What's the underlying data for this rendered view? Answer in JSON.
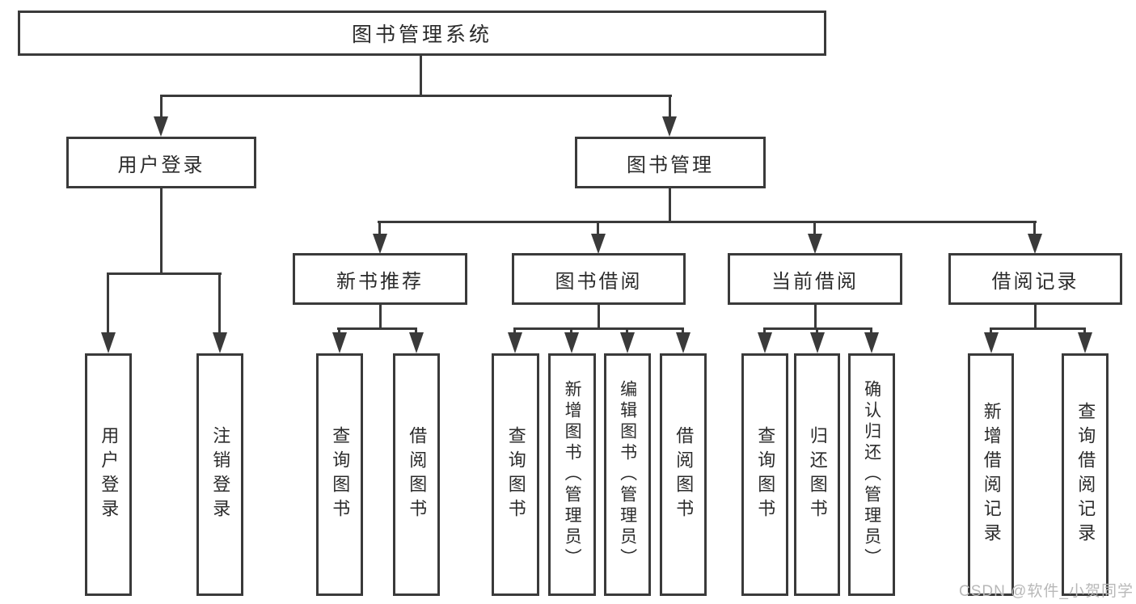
{
  "tree": {
    "label": "图书管理系统",
    "children": [
      {
        "label": "用户登录",
        "children": [
          {
            "label": "用户登录"
          },
          {
            "label": "注销登录"
          }
        ]
      },
      {
        "label": "图书管理",
        "children": [
          {
            "label": "新书推荐",
            "children": [
              {
                "label": "查询图书"
              },
              {
                "label": "借阅图书"
              }
            ]
          },
          {
            "label": "图书借阅",
            "children": [
              {
                "label": "查询图书"
              },
              {
                "label": "新增图书（管理员）"
              },
              {
                "label": "编辑图书（管理员）"
              },
              {
                "label": "借阅图书"
              }
            ]
          },
          {
            "label": "当前借阅",
            "children": [
              {
                "label": "查询图书"
              },
              {
                "label": "归还图书"
              },
              {
                "label": "确认归还（管理员）"
              }
            ]
          },
          {
            "label": "借阅记录",
            "children": [
              {
                "label": "新增借阅记录"
              },
              {
                "label": "查询借阅记录"
              }
            ]
          }
        ]
      }
    ]
  },
  "watermark": {
    "text": "CSDN @软件_小贺同学",
    "color": "#b8b8b8"
  },
  "colors": {
    "line": "#3a3a3a",
    "text": "#2b2b2b",
    "background": "#ffffff"
  }
}
